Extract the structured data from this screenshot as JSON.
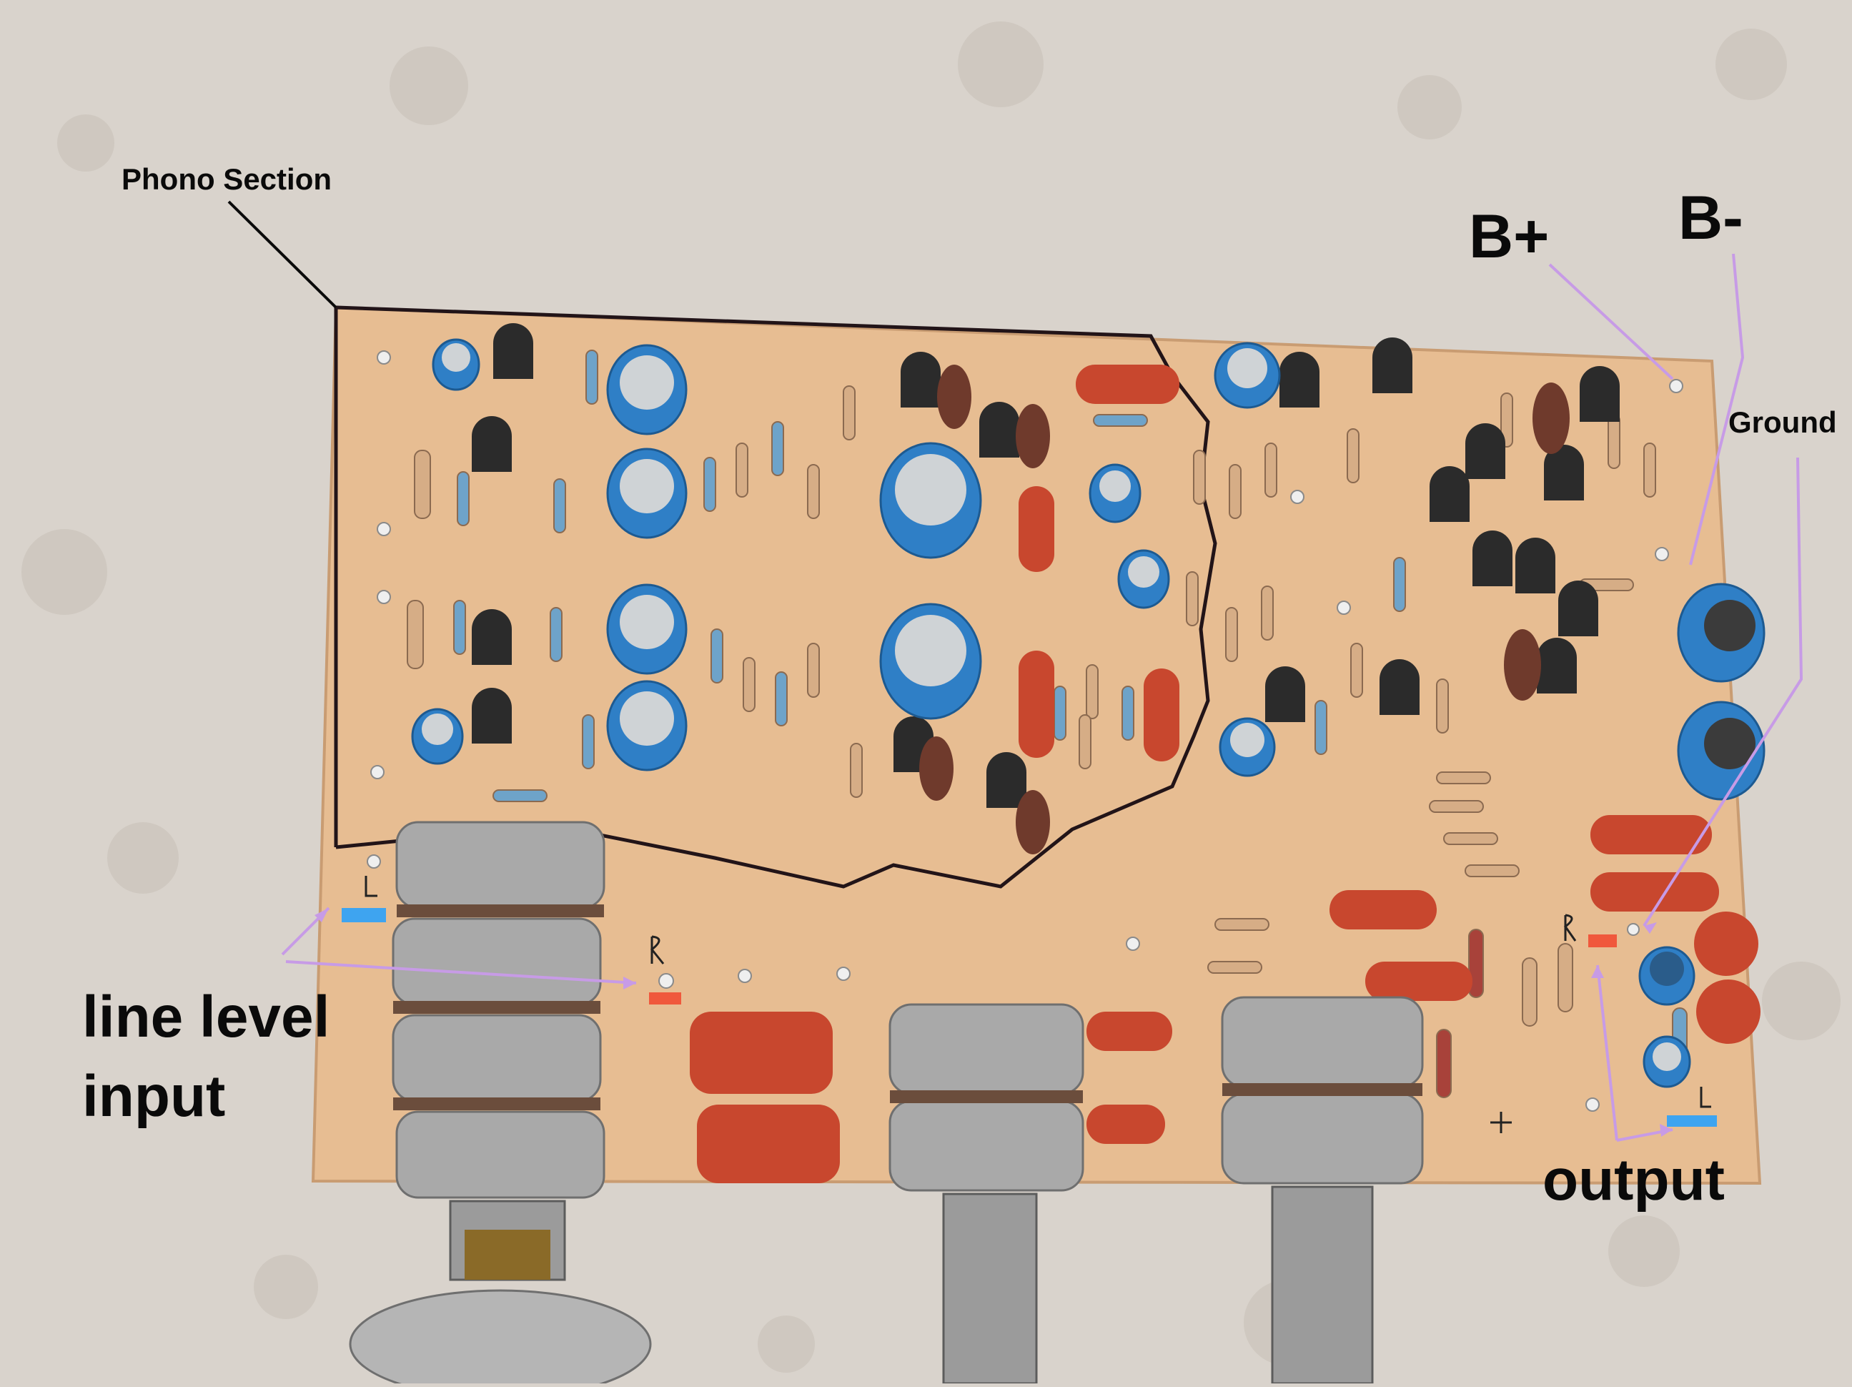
{
  "annotations": {
    "phono_section": "Phono Section",
    "b_plus": "B+",
    "b_minus": "B-",
    "ground": "Ground",
    "line_level_input_line1": "line level",
    "line_level_input_line2": "input",
    "output": "output"
  },
  "colors": {
    "carpet": "#d9d3cc",
    "board": "#e7bd92",
    "arrow": "#c79be6",
    "marker_red": "#f0583c",
    "marker_blue": "#3ea4f0",
    "capacitor_blue": "#2f7fc6",
    "capacitor_red": "#c8472e",
    "pot_metal": "#a9a9a9"
  }
}
